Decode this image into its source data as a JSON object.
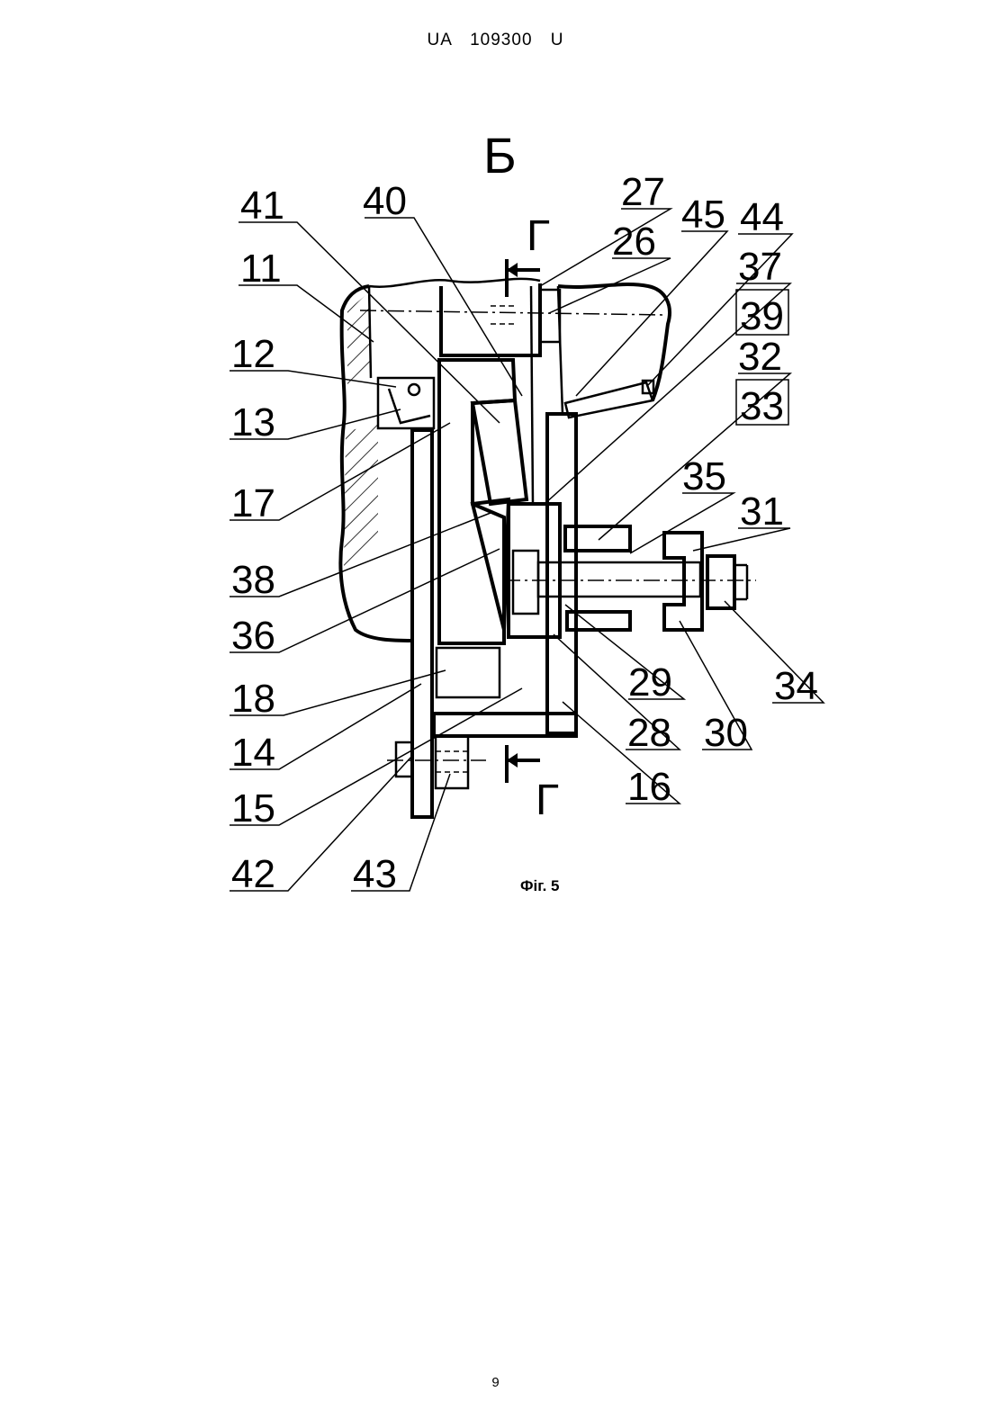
{
  "document": {
    "header": "UA 109300 U",
    "page_number": "9",
    "figure_caption": "Фіг. 5",
    "view_label": "Б",
    "section_mark_top": "Г",
    "section_mark_bottom": "Г"
  },
  "labels": {
    "n41": "41",
    "n40": "40",
    "n27": "27",
    "n26": "26",
    "n45": "45",
    "n44": "44",
    "n11": "11",
    "n37": "37",
    "n39": "39",
    "n32": "32",
    "n33": "33",
    "n12": "12",
    "n13": "13",
    "n17": "17",
    "n35": "35",
    "n31": "31",
    "n38": "38",
    "n36": "36",
    "n34": "34",
    "n18": "18",
    "n29": "29",
    "n30": "30",
    "n14": "14",
    "n28": "28",
    "n15": "15",
    "n16": "16",
    "n42": "42",
    "n43": "43"
  }
}
